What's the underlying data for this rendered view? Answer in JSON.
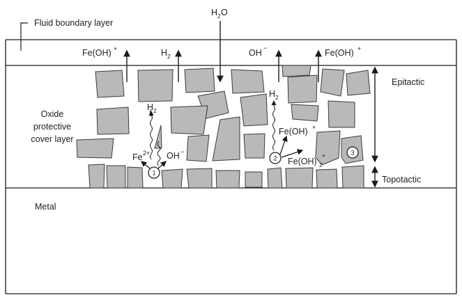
{
  "labels": {
    "fluid_boundary_layer": "Fluid boundary layer",
    "oxide_line1": "Oxide",
    "oxide_line2": "protective",
    "oxide_line3": "cover layer",
    "metal": "Metal",
    "epitactic": "Epitactic",
    "topotactic": "Topotactic"
  },
  "species": {
    "h2o_main": "H",
    "h2o_sub": "2",
    "h2o_tail": "O",
    "feoh_1_main": "Fe(OH)",
    "feoh_1_sup": "+",
    "h2_top_main": "H",
    "h2_top_sub": "2",
    "oh_top_main": "OH",
    "oh_top_sup": "−",
    "feoh_2_main": "Fe(OH)",
    "feoh_2_sup": "+",
    "h2_site1_main": "H",
    "h2_site1_sub": "2",
    "fe2_main": "Fe",
    "fe2_sup": "2+",
    "oh_site1_main": "OH",
    "oh_site1_sup": "−",
    "h2_site2_main": "H",
    "h2_site2_sub": "2",
    "feoh_site2_main": "Fe(OH)",
    "feoh_site2_sup": "+",
    "feoh2_site2_main": "Fe(OH)",
    "feoh2_site2_sub": "2",
    "feoh2_site2_sup": "+"
  },
  "sites": [
    "1",
    "2",
    "3"
  ],
  "colors": {
    "line": "#1a1a1a",
    "grain_fill": "#b9b9b9",
    "grain_stroke": "#3a3a3a",
    "background": "#ffffff"
  }
}
